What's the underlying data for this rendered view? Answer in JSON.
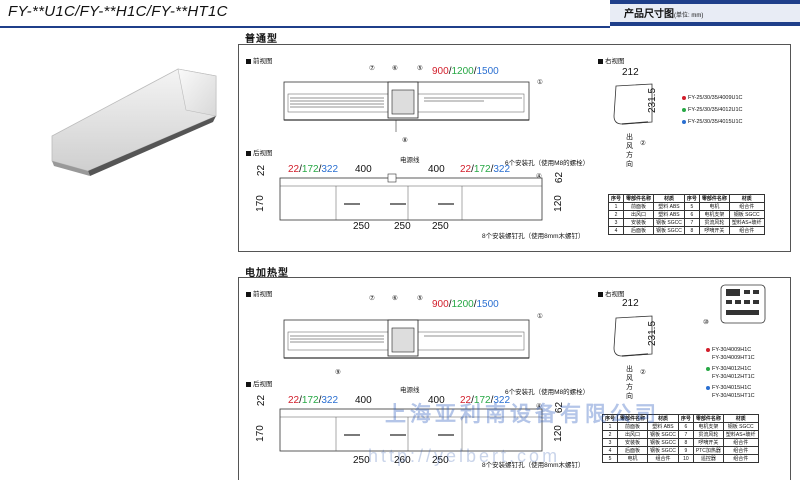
{
  "header": {
    "model_title": "FY-**U1C/FY-**H1C/FY-**HT1C",
    "size_title": "产品尺寸图",
    "size_unit": "(单位: mm)"
  },
  "sections": [
    {
      "title": "普通型",
      "front_label": "前视图",
      "right_label": "右视图",
      "rear_label": "后视图",
      "length_dims": [
        "900",
        "/",
        "1200",
        "/",
        "1500"
      ],
      "callouts_front": [
        "⑦",
        "⑥",
        "⑤",
        "①",
        "⑧"
      ],
      "power_line": "电源线",
      "holes6": "6个安装孔（使用M8的螺栓）",
      "screws8": "8个安装螺钉孔（使用8mm木螺钉）",
      "rear_left": [
        "22",
        "/",
        "172",
        "/",
        "322"
      ],
      "rear_right": [
        "22",
        "/",
        "172",
        "/",
        "322"
      ],
      "rear_spacing": [
        "400",
        "400"
      ],
      "rear_bottom": [
        "250",
        "250",
        "250"
      ],
      "rear_side": [
        "22",
        "170"
      ],
      "rear_right_side": [
        "62",
        "120"
      ],
      "callout_rear": "④",
      "side_width": "212",
      "side_height": "231.5",
      "outlet_callout": "②",
      "outlet_text": [
        "出",
        "风",
        "方",
        "向"
      ],
      "models": [
        "FY-25/30/35/4009U1C",
        "FY-25/30/35/4012U1C",
        "FY-25/30/35/4015U1C"
      ],
      "table": {
        "headers": [
          "序号",
          "零部件名称",
          "材质",
          "序号",
          "零部件名称",
          "材质"
        ],
        "rows": [
          [
            "1",
            "前面板",
            "塑料 ABS",
            "5",
            "电机",
            "组合件"
          ],
          [
            "2",
            "出风口",
            "塑料 ABS",
            "6",
            "电机支架",
            "钢板 SGCC"
          ],
          [
            "3",
            "安装板",
            "钢板 SGCC",
            "7",
            "贯流风轮",
            "塑料AS+玻纤"
          ],
          [
            "4",
            "后面板",
            "钢板 SGCC",
            "8",
            "啰嘀开关",
            "组合件"
          ]
        ]
      }
    },
    {
      "title": "电加热型",
      "front_label": "前视图",
      "right_label": "右视图",
      "rear_label": "后视图",
      "length_dims": [
        "900",
        "/",
        "1200",
        "/",
        "1500"
      ],
      "callouts_front": [
        "⑦",
        "⑥",
        "⑤",
        "①",
        "⑨"
      ],
      "power_line": "电源线",
      "holes6": "6个安装孔（使用M8的螺栓）",
      "screws8": "8个安装螺钉孔（使用8mm木螺钉）",
      "rear_left": [
        "22",
        "/",
        "172",
        "/",
        "322"
      ],
      "rear_right": [
        "22",
        "/",
        "172",
        "/",
        "322"
      ],
      "rear_spacing": [
        "400",
        "400"
      ],
      "rear_bottom": [
        "250",
        "260",
        "250"
      ],
      "rear_side": [
        "22",
        "170"
      ],
      "rear_right_side": [
        "62",
        "120"
      ],
      "callout_rear": "④",
      "side_width": "212",
      "side_height": "231.5",
      "outlet_callout": "②",
      "remote_callout": "⑩",
      "outlet_text": [
        "出",
        "风",
        "方",
        "向"
      ],
      "models": [
        "FY-30/4009H1C",
        "FY-30/4009HT1C",
        "FY-30/4012H1C",
        "FY-30/4012HT1C",
        "FY-30/4015H1C",
        "FY-30/4015HT1C"
      ],
      "table": {
        "headers": [
          "序号",
          "零部件名称",
          "材质",
          "序号",
          "零部件名称",
          "材质"
        ],
        "rows": [
          [
            "1",
            "前面板",
            "塑料 ABS",
            "6",
            "电机支架",
            "钢板 SGCC"
          ],
          [
            "2",
            "出风口",
            "钢板 SGCC",
            "7",
            "贯流风轮",
            "塑料AS+玻纤"
          ],
          [
            "3",
            "安装板",
            "钢板 SGCC",
            "8",
            "啰嘀开关",
            "组合件"
          ],
          [
            "4",
            "后面板",
            "钢板 SGCC",
            "9",
            "PTC加热器",
            "组合件"
          ],
          [
            "5",
            "电机",
            "组合件",
            "10",
            "遥控器",
            "组合件"
          ]
        ]
      }
    }
  ],
  "watermark": "上海亚利南设备有限公司",
  "watermark_url": "http://yelbert.com",
  "colors": {
    "header_blue": "#1f3f8a",
    "red": "#d21e2b",
    "green": "#27a845",
    "blue": "#2a6fd1"
  }
}
